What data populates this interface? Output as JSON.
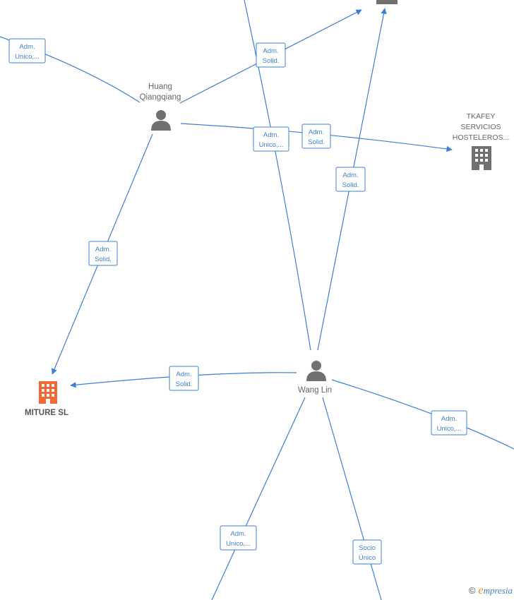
{
  "nodes": {
    "huang": {
      "line1": "Huang",
      "line2": "Qiangqiang"
    },
    "wang": {
      "label": "Wang Lin"
    },
    "miture": {
      "label": "MITURE  SL"
    },
    "tkafey": {
      "line1": "TKAFEY",
      "line2": "SERVICIOS",
      "line3": "HOSTELEROS..."
    }
  },
  "relations": {
    "r1": {
      "line1": "Adm.",
      "line2": "Unico,..."
    },
    "r2": {
      "line1": "Adm.",
      "line2": "Solid."
    },
    "r3": {
      "line1": "Adm.",
      "line2": "Unico,..."
    },
    "r4": {
      "line1": "Adm.",
      "line2": "Solid."
    },
    "r5": {
      "line1": "Adm.",
      "line2": "Solid."
    },
    "r6": {
      "line1": "Adm.",
      "line2": "Solid."
    },
    "r7": {
      "line1": "Adm.",
      "line2": "Solid."
    },
    "r8": {
      "line1": "Adm.",
      "line2": "Unico,..."
    },
    "r9": {
      "line1": "Adm.",
      "line2": "Unico,..."
    },
    "r10": {
      "line1": "Socio",
      "line2": "Único"
    }
  },
  "icons": {
    "person": "person-icon",
    "company": "building-icon"
  },
  "colors": {
    "edge": "#3d7fd0",
    "node_icon": "#707070",
    "main_company": "#f06a35"
  },
  "branding": {
    "copyright": "©",
    "logo_initial": "e",
    "logo_rest": "mpresia"
  }
}
